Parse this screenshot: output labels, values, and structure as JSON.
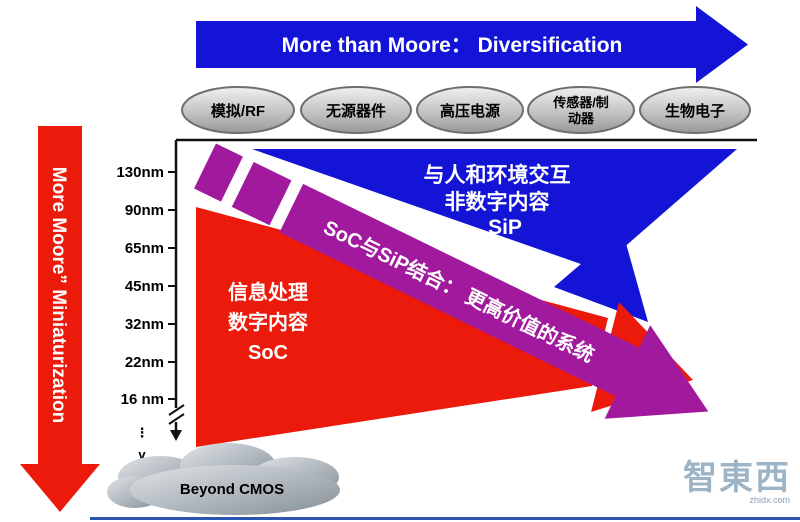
{
  "colors": {
    "blue": "#1414d6",
    "red": "#ec1a0b",
    "purple": "#a1199d",
    "axis": "#111111",
    "bottom_line": "#2c55b0"
  },
  "top_arrow": {
    "label": "More than Moore：  Diversification"
  },
  "left_arrow": {
    "label": "More Moore”  Miniaturization"
  },
  "categories": [
    {
      "lines": [
        "模拟/RF"
      ]
    },
    {
      "lines": [
        "无源器件"
      ]
    },
    {
      "lines": [
        "高压电源"
      ]
    },
    {
      "lines": [
        "传感器/制",
        "动器"
      ]
    },
    {
      "lines": [
        "生物电子"
      ]
    }
  ],
  "axis": {
    "labels": [
      "130nm",
      "90nm",
      "65nm",
      "45nm",
      "32nm",
      "22nm",
      "16 nm"
    ],
    "dots": "⋮",
    "v_label": "v"
  },
  "sip_arrow": {
    "lines": [
      "与人和环境交互",
      "非数字内容",
      "SiP"
    ]
  },
  "soc_sip_arrow": {
    "label": "SoC与SiP结合： 更高价值的系统"
  },
  "soc_triangle": {
    "lines": [
      "信息处理",
      "数字内容",
      "SoC"
    ]
  },
  "beyond_cmos": {
    "label": "Beyond CMOS"
  },
  "watermark": {
    "logo": "智東西",
    "domain": "zhidx.com"
  }
}
